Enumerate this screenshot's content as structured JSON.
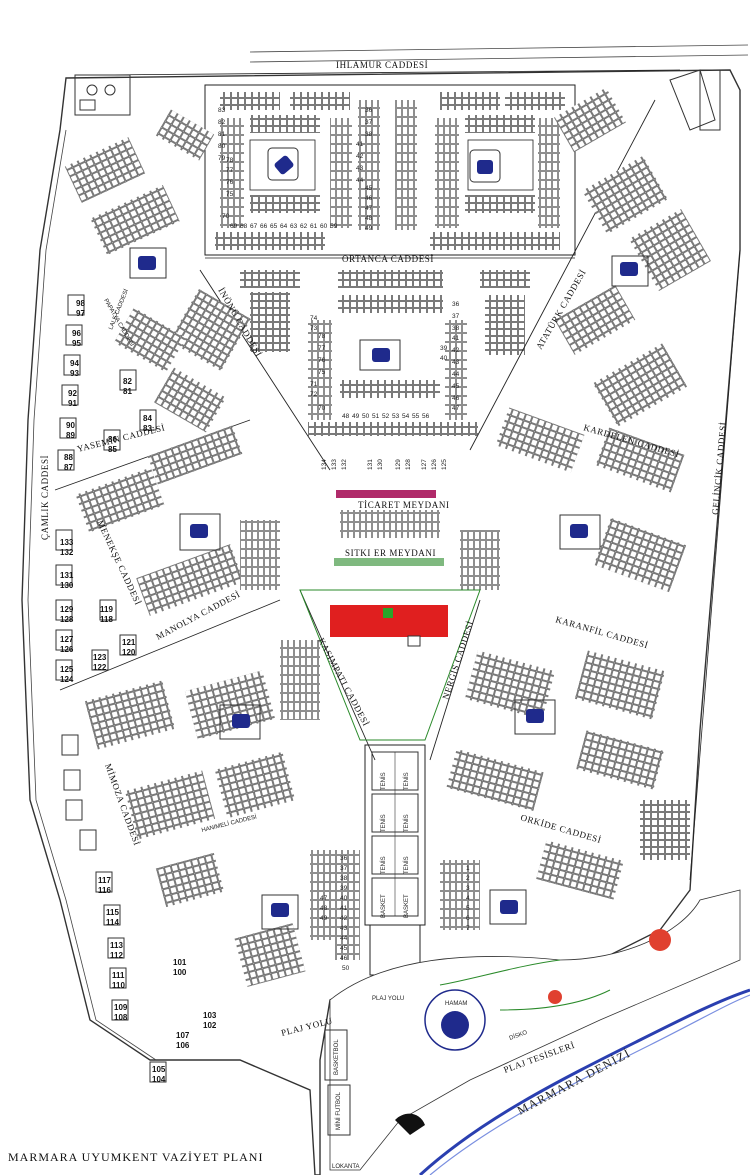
{
  "title": "MARMARA UYUMKENT VAZİYET PLANI",
  "streets": {
    "ihlamur": "IHLAMUR CADDESİ",
    "ortanca": "ORTANCA CADDESİ",
    "ataturk": "ATATÜRK CADDESİ",
    "inonu": "İNÖNÜ CADDESİ",
    "yasemin": "YASEMİN CADDESİ",
    "camlik": "ÇAMLIK CADDESİ",
    "menekse": "MENEKŞE CADDESİ",
    "manolya": "MANOLYA CADDESİ",
    "mimoza": "MİMOZA CADDESİ",
    "kasimpati": "KASIMPATI CADDESİ",
    "kardelen": "KARDELEN CADDESİ",
    "gelincik": "GELİNCİK CADDESİ",
    "karanfil": "KARANFİL CADDESİ",
    "nergis": "NERGİS CADDESİ",
    "orkide": "ORKİDE CADDESİ",
    "hanimeli": "HANIMELİ CADDESİ",
    "lale": "LALE CADDESİ",
    "papatya": "PAPATYA CADDESİ"
  },
  "places": {
    "ticaret": "TİCARET MEYDANI",
    "sitki": "SITKI ER MEYDANI",
    "plaj_yolu_1": "PLAJ YOLU",
    "plaj_yolu_2": "PLAJ YOLU",
    "plaj_tesisleri": "PLAJ TESİSLERİ",
    "marmara_denizi": "MARMARA DENİZİ",
    "tenis": "TENİS",
    "basket": "BASKET",
    "hamam": "HAMAM",
    "disko": "DİSKO",
    "lokanta": "LOKANTA",
    "mini_futbol": "MİNİ FUTBOL",
    "basketbol": "BASKETBOL"
  },
  "block_numbers": {
    "west": [
      "98",
      "97",
      "96",
      "95",
      "94",
      "93",
      "92",
      "91",
      "90",
      "89",
      "88",
      "87",
      "86",
      "85",
      "84",
      "83",
      "82",
      "81"
    ],
    "southwest": [
      "133",
      "132",
      "131",
      "130",
      "129",
      "128",
      "127",
      "126",
      "125",
      "124",
      "123",
      "122",
      "121",
      "120",
      "119",
      "118",
      "117",
      "116",
      "115",
      "114",
      "113",
      "112",
      "111",
      "110",
      "109",
      "108",
      "107",
      "106",
      "105",
      "104",
      "103",
      "102",
      "101",
      "100"
    ],
    "center": [
      "134",
      "133",
      "132",
      "131",
      "130",
      "129",
      "128",
      "127",
      "126",
      "125"
    ],
    "top": [
      "83",
      "82",
      "81",
      "80",
      "79",
      "78",
      "77",
      "76",
      "75",
      "70",
      "36",
      "37",
      "38",
      "41",
      "42",
      "43",
      "44",
      "45",
      "46",
      "47",
      "48",
      "49",
      "59",
      "60",
      "61",
      "62",
      "63",
      "64",
      "65",
      "66",
      "67",
      "68",
      "69"
    ],
    "middle": [
      "78",
      "77",
      "76",
      "75",
      "70",
      "71",
      "72",
      "73",
      "74",
      "36",
      "37",
      "38",
      "39",
      "40",
      "41",
      "42",
      "43",
      "44",
      "45",
      "46",
      "47",
      "48",
      "49",
      "50",
      "51",
      "52",
      "53",
      "54",
      "55",
      "56"
    ],
    "south": [
      "36",
      "37",
      "38",
      "39",
      "40",
      "41",
      "42",
      "43",
      "44",
      "45",
      "46",
      "47",
      "48",
      "49",
      "50",
      "1",
      "2",
      "3",
      "4",
      "5",
      "6",
      "7"
    ]
  }
}
